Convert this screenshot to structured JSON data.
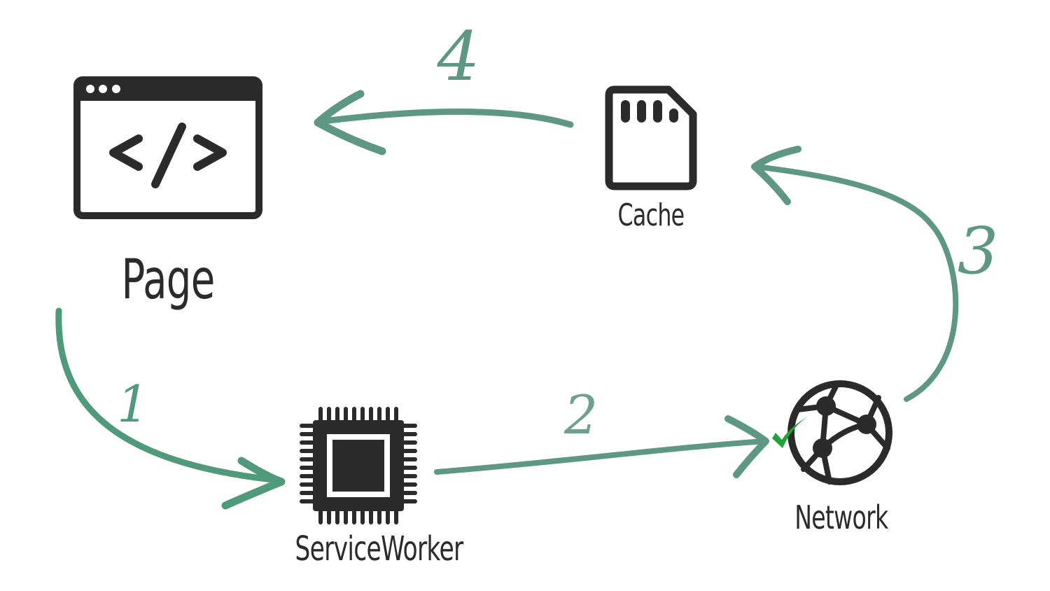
{
  "diagram": {
    "title": "Service Worker cache flow",
    "colors": {
      "arrow": "#5e9784",
      "arrow_dark": "#4f9a7a",
      "icon": "#2b2b2b",
      "check": "#22a23a",
      "background": "#ffffff"
    },
    "nodes": [
      {
        "id": "page",
        "label": "Page",
        "icon": "browser-code-icon"
      },
      {
        "id": "cache",
        "label": "Cache",
        "icon": "sd-card-icon"
      },
      {
        "id": "serviceworker",
        "label": "ServiceWorker",
        "icon": "cpu-chip-icon"
      },
      {
        "id": "network",
        "label": "Network",
        "icon": "globe-network-icon",
        "badge": "checkmark-icon"
      }
    ],
    "edges": [
      {
        "step": "1",
        "from": "page",
        "to": "serviceworker"
      },
      {
        "step": "2",
        "from": "serviceworker",
        "to": "network"
      },
      {
        "step": "3",
        "from": "network",
        "to": "cache"
      },
      {
        "step": "4",
        "from": "cache",
        "to": "page"
      }
    ]
  }
}
